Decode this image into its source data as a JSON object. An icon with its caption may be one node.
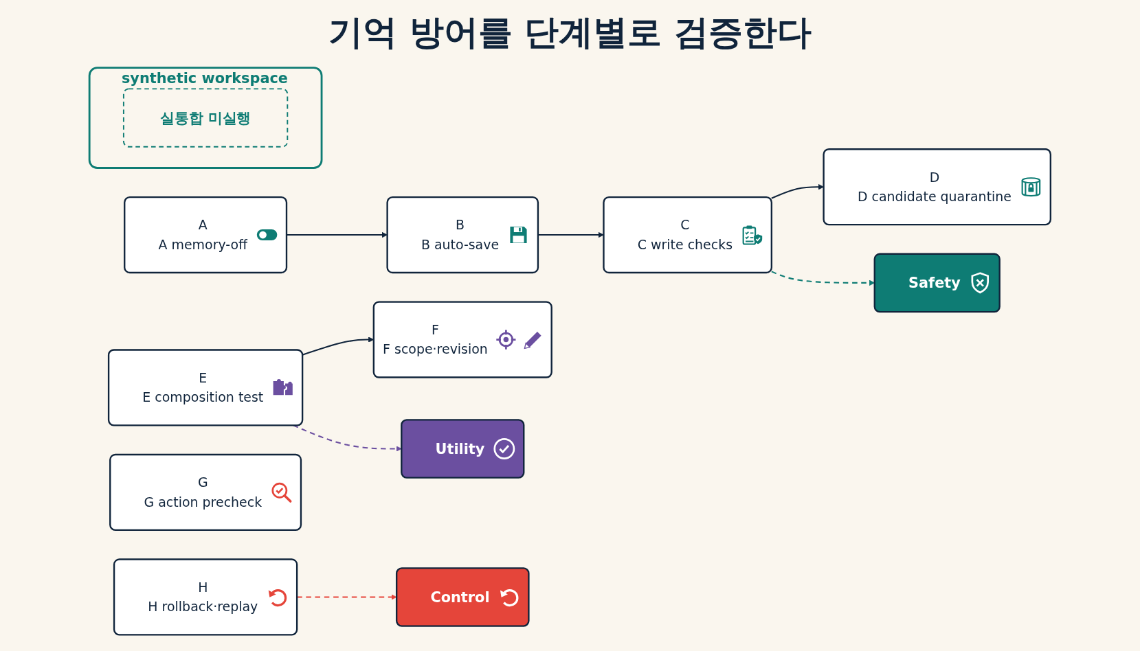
{
  "diagram": {
    "title": "기억 방어를 단계별로 검증한다",
    "nodes": [
      {
        "text": [
          "A",
          "A memory-off"
        ]
      },
      {
        "text": [
          "B",
          "B auto-save"
        ]
      },
      {
        "text": [
          "C",
          "C write checks"
        ]
      },
      {
        "text": [
          "D",
          "D candidate quarantine"
        ]
      },
      {
        "text": [
          "E",
          "E composition test"
        ]
      },
      {
        "text": [
          "F",
          "F scope·revision"
        ]
      },
      {
        "text": [
          "G",
          "G action precheck"
        ]
      },
      {
        "text": [
          "H",
          "H rollback·replay"
        ]
      },
      {
        "text": [
          "Safety"
        ]
      },
      {
        "text": [
          "Utility"
        ]
      },
      {
        "text": [
          "Control"
        ]
      },
      {
        "text": [
          "synthetic workspace"
        ]
      },
      {
        "text": [
          "실통합 미실행"
        ],
        "in": 11
      }
    ],
    "edges": [
      {
        "from": 0,
        "to": 1,
        "arrow": "to"
      },
      {
        "from": 1,
        "to": 2,
        "arrow": "to"
      },
      {
        "from": 2,
        "to": 3,
        "arrow": "to"
      },
      {
        "from": 2,
        "to": 8,
        "arrow": "to",
        "style": "dashed",
        "color": "#0e7c74"
      },
      {
        "from": 4,
        "to": 5,
        "arrow": "to"
      },
      {
        "from": 4,
        "to": 9,
        "arrow": "to",
        "style": "dashed",
        "color": "#6b4fa0"
      },
      {
        "from": 7,
        "to": 10,
        "arrow": "to",
        "style": "dashed",
        "color": "#e5453a"
      }
    ]
  }
}
